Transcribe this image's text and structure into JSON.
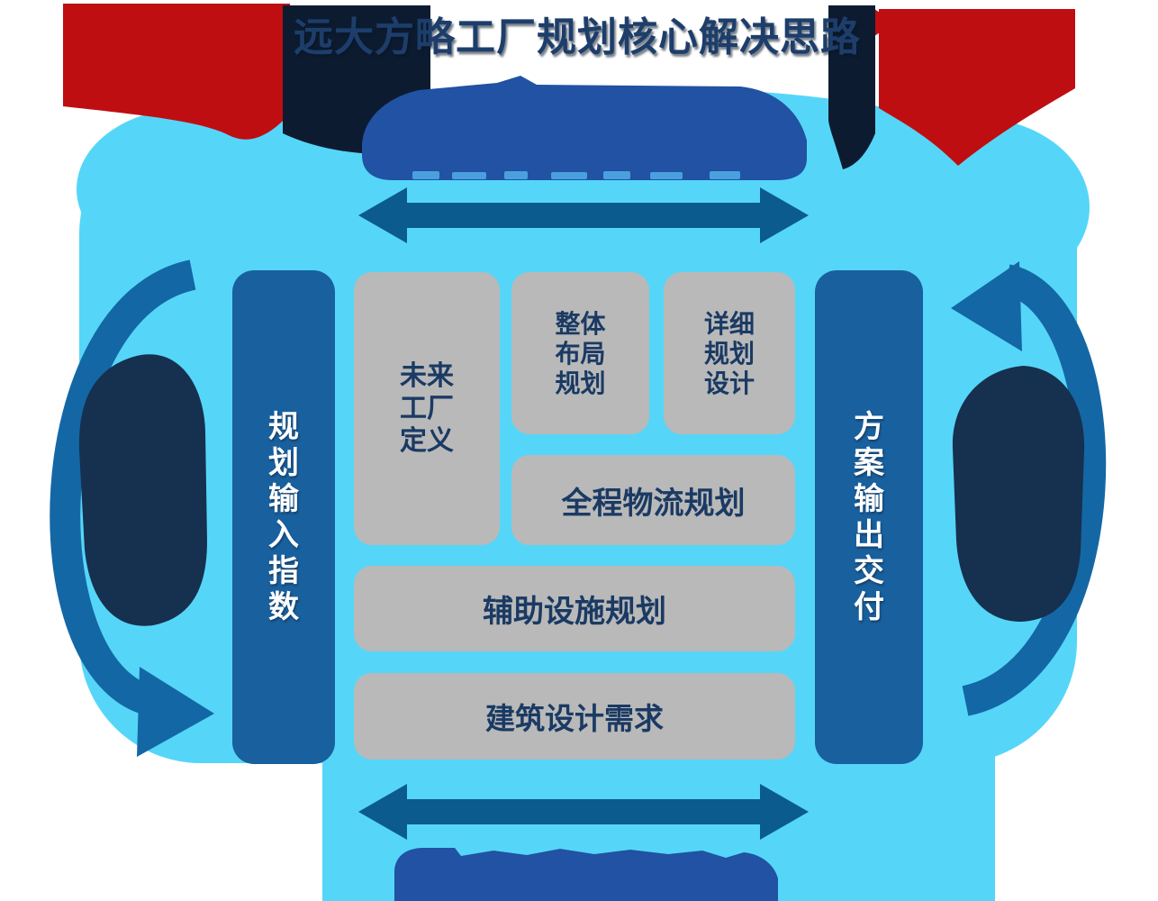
{
  "title": {
    "text": "远大方略工厂规划核心解决思路"
  },
  "diagram": {
    "left_pillar": {
      "label": "规划输入指数",
      "chars": [
        "规",
        "划",
        "输",
        "入",
        "指",
        "数"
      ]
    },
    "right_pillar": {
      "label": "方案输出交付",
      "chars": [
        "方",
        "案",
        "输",
        "出",
        "交",
        "付"
      ]
    },
    "center_boxes": {
      "future_factory": {
        "lines": [
          "未来",
          "工厂",
          "定义"
        ]
      },
      "overall_layout": {
        "lines": [
          "整体",
          "布局",
          "规划"
        ]
      },
      "detailed_design": {
        "lines": [
          "详细",
          "规划",
          "设计"
        ]
      },
      "logistics": "全程物流规划",
      "auxiliary": "辅助设施规划",
      "architecture": "建筑设计需求"
    }
  },
  "colors": {
    "cloud_blue": "#55d6f8",
    "banner_blue": "#2152a3",
    "double_arrow_blue": "#0b5b8f",
    "pillar_blue": "#19609e",
    "cycle_arrow_blue": "#1467a5",
    "panel_gray": "#b9b9b9",
    "text_navy": "#1a3a63",
    "title_navy": "#1d3e6b",
    "ribbon_red": "#bf0e11",
    "shadow_navy": "#0d1b31",
    "blob_navy": "#16304f",
    "text_hint_blue": "#4aa0dd"
  }
}
